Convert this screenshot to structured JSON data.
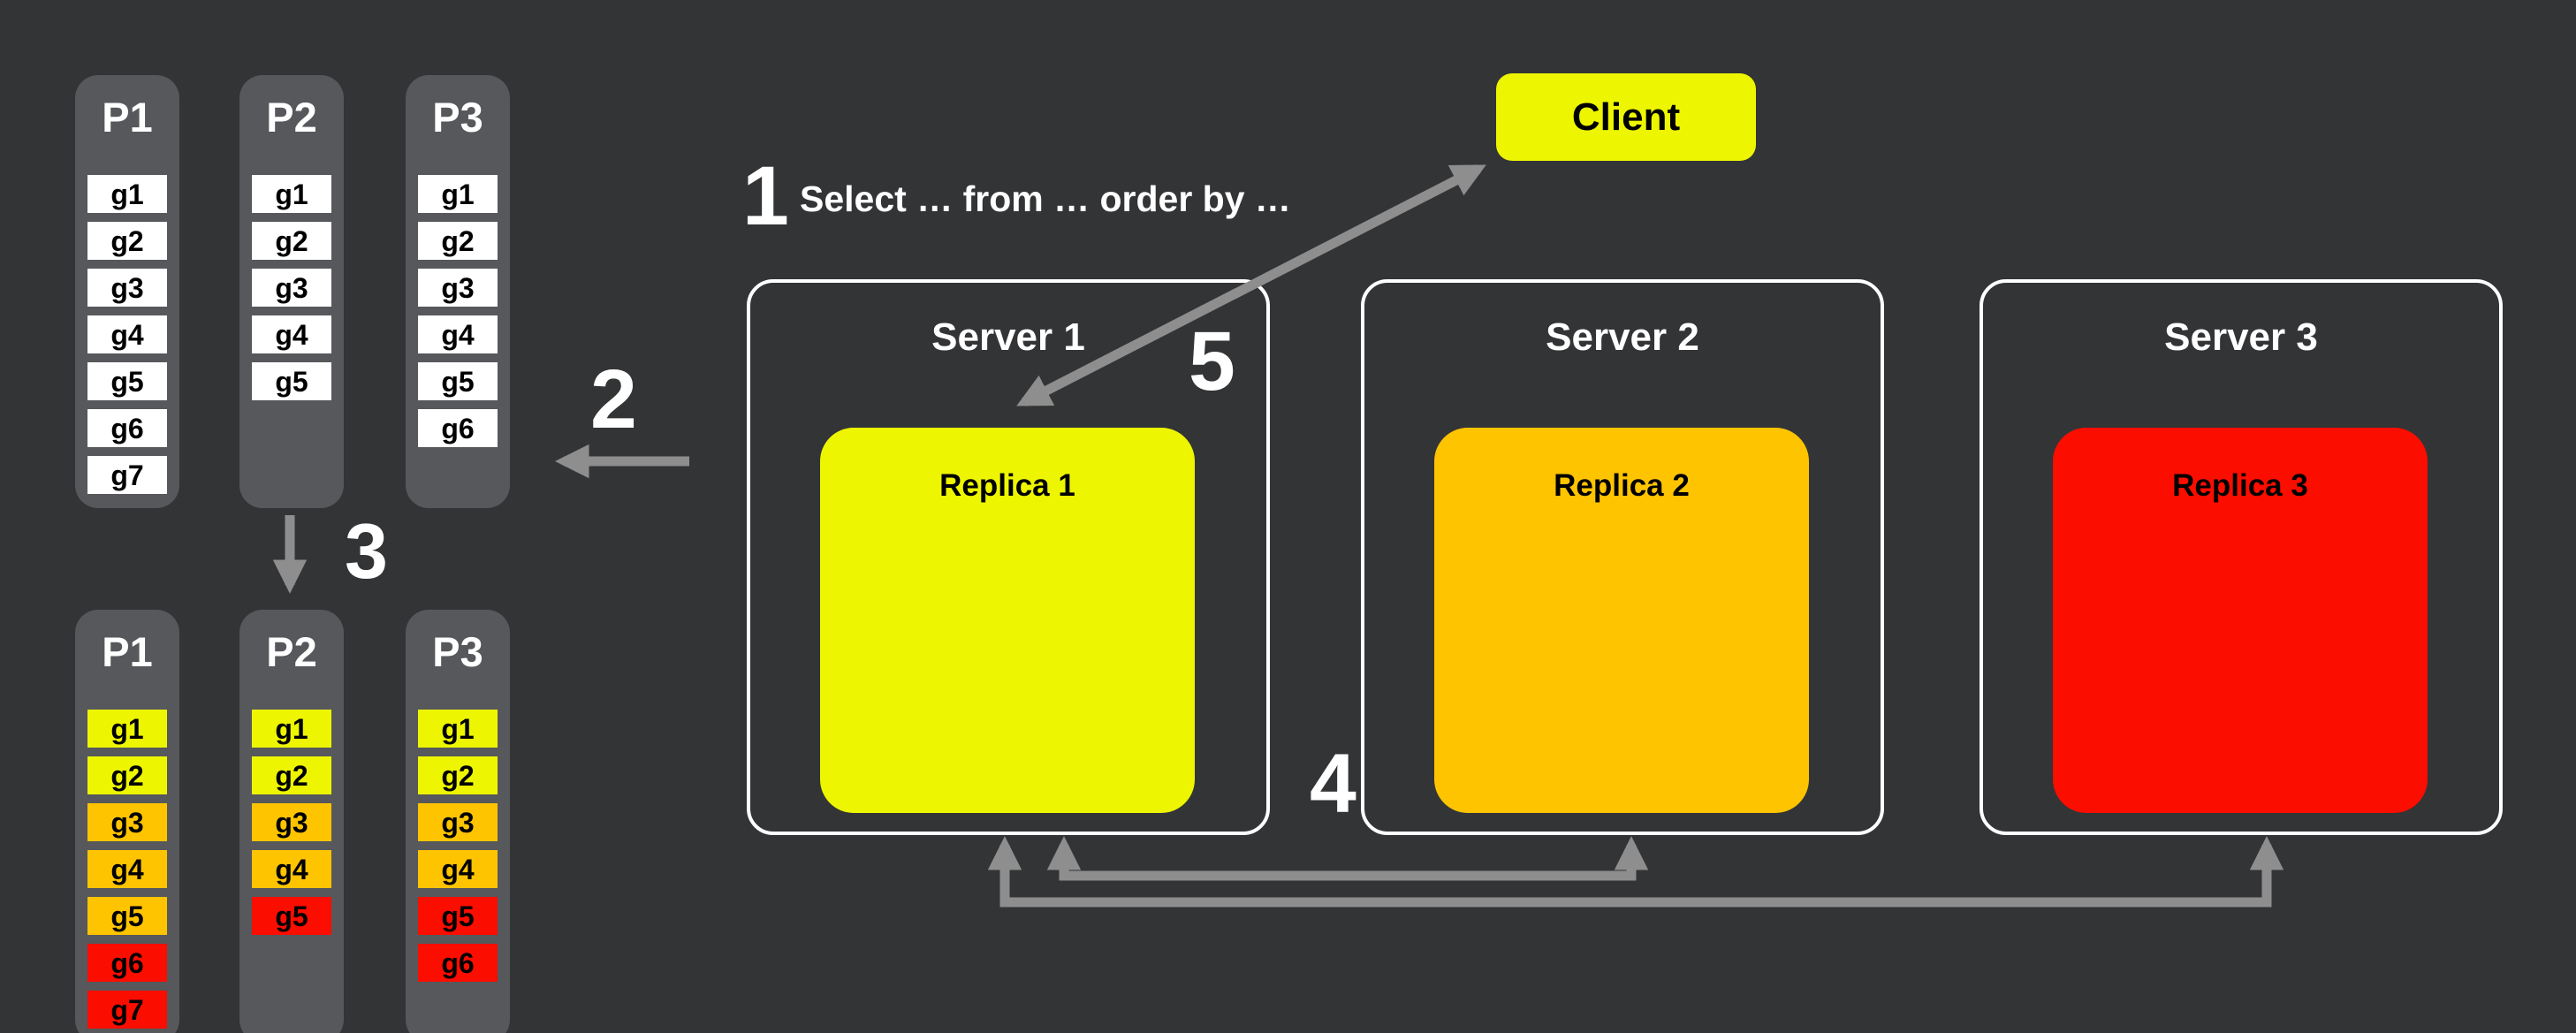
{
  "colors": {
    "background": "#333436",
    "panel_gray": "#56585b",
    "yellow": "#edf600",
    "orange": "#ffc400",
    "red": "#fb0d00",
    "cell_white": "#ffffff",
    "arrow_gray": "#8e8e8e",
    "server_border": "#ffffff"
  },
  "partitions_before": {
    "columns": [
      {
        "label": "P1",
        "cells": [
          {
            "label": "g1",
            "tone": "white"
          },
          {
            "label": "g2",
            "tone": "white"
          },
          {
            "label": "g3",
            "tone": "white"
          },
          {
            "label": "g4",
            "tone": "white"
          },
          {
            "label": "g5",
            "tone": "white"
          },
          {
            "label": "g6",
            "tone": "white"
          },
          {
            "label": "g7",
            "tone": "white"
          }
        ]
      },
      {
        "label": "P2",
        "cells": [
          {
            "label": "g1",
            "tone": "white"
          },
          {
            "label": "g2",
            "tone": "white"
          },
          {
            "label": "g3",
            "tone": "white"
          },
          {
            "label": "g4",
            "tone": "white"
          },
          {
            "label": "g5",
            "tone": "white"
          }
        ]
      },
      {
        "label": "P3",
        "cells": [
          {
            "label": "g1",
            "tone": "white"
          },
          {
            "label": "g2",
            "tone": "white"
          },
          {
            "label": "g3",
            "tone": "white"
          },
          {
            "label": "g4",
            "tone": "white"
          },
          {
            "label": "g5",
            "tone": "white"
          },
          {
            "label": "g6",
            "tone": "white"
          }
        ]
      }
    ]
  },
  "partitions_after": {
    "columns": [
      {
        "label": "P1",
        "cells": [
          {
            "label": "g1",
            "tone": "yellow"
          },
          {
            "label": "g2",
            "tone": "yellow"
          },
          {
            "label": "g3",
            "tone": "orange"
          },
          {
            "label": "g4",
            "tone": "orange"
          },
          {
            "label": "g5",
            "tone": "orange"
          },
          {
            "label": "g6",
            "tone": "red"
          },
          {
            "label": "g7",
            "tone": "red"
          }
        ]
      },
      {
        "label": "P2",
        "cells": [
          {
            "label": "g1",
            "tone": "yellow"
          },
          {
            "label": "g2",
            "tone": "yellow"
          },
          {
            "label": "g3",
            "tone": "orange"
          },
          {
            "label": "g4",
            "tone": "orange"
          },
          {
            "label": "g5",
            "tone": "red"
          }
        ]
      },
      {
        "label": "P3",
        "cells": [
          {
            "label": "g1",
            "tone": "yellow"
          },
          {
            "label": "g2",
            "tone": "yellow"
          },
          {
            "label": "g3",
            "tone": "orange"
          },
          {
            "label": "g4",
            "tone": "orange"
          },
          {
            "label": "g5",
            "tone": "red"
          },
          {
            "label": "g6",
            "tone": "red"
          }
        ]
      }
    ]
  },
  "client": {
    "label": "Client"
  },
  "servers": [
    {
      "label": "Server 1",
      "replica": {
        "label": "Replica 1",
        "tone": "yellow"
      }
    },
    {
      "label": "Server 2",
      "replica": {
        "label": "Replica 2",
        "tone": "orange"
      }
    },
    {
      "label": "Server 3",
      "replica": {
        "label": "Replica 3",
        "tone": "red"
      }
    }
  ],
  "steps": {
    "s1_num": "1",
    "s1_text": "Select … from … order by …",
    "s2_num": "2",
    "s3_num": "3",
    "s4_num": "4",
    "s5_num": "5"
  }
}
